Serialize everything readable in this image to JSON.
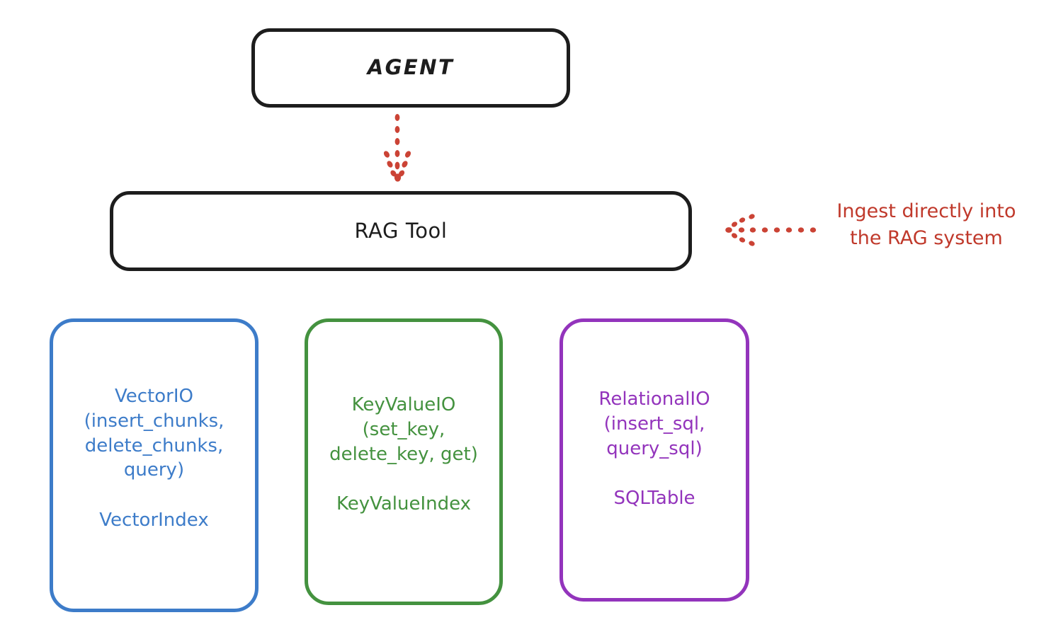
{
  "diagram": {
    "title_node": {
      "label": "AGENT"
    },
    "tool_node": {
      "label": "RAG Tool"
    },
    "stores": [
      {
        "id": "vector",
        "color": "#3d7cc9",
        "io_label": "VectorIO\n(insert_chunks,\ndelete_chunks,\nquery)",
        "index_label": "VectorIndex"
      },
      {
        "id": "keyvalue",
        "color": "#44923f",
        "io_label": "KeyValueIO\n(set_key,\ndelete_key, get)",
        "index_label": "KeyValueIndex"
      },
      {
        "id": "relational",
        "color": "#9334bc",
        "io_label": "RelationalIO\n(insert_sql,\nquery_sql)",
        "index_label": "SQLTable"
      }
    ],
    "annotations": {
      "ingest_note": "Ingest directly into\nthe RAG system",
      "ingest_note_color": "#c0392b",
      "agent_to_rag_arrow_color": "#cb4335"
    }
  }
}
